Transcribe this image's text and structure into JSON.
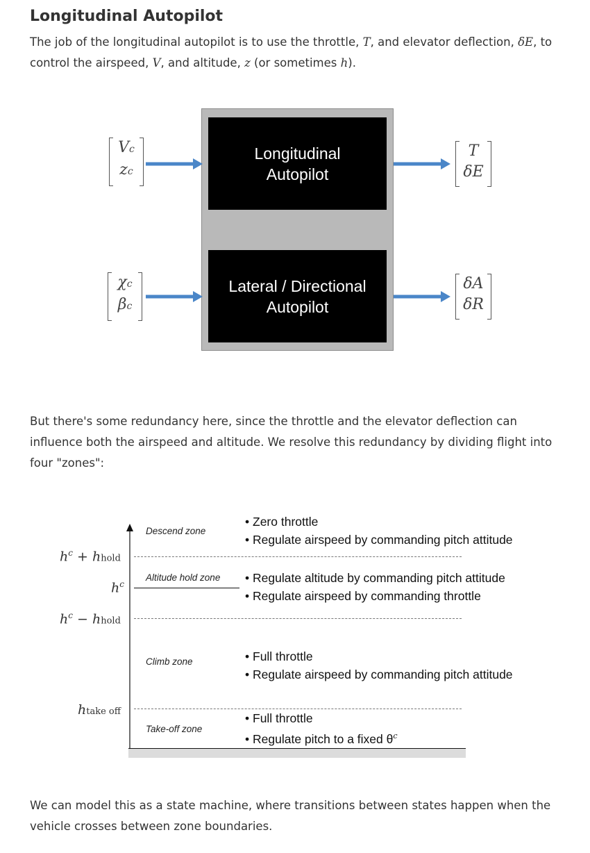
{
  "heading": "Longitudinal Autopilot",
  "intro": {
    "text1": "The job of the longitudinal autopilot is to use the throttle, ",
    "sym_T": "T",
    "text2": ", and elevator deflection, ",
    "sym_dE": "δE",
    "text3": ", to control the airspeed, ",
    "sym_V": "V",
    "text4": ", and altitude, ",
    "sym_z": "z",
    "text5": " (or sometimes ",
    "sym_h": "h",
    "text6": ")."
  },
  "autopilot_diagram": {
    "long_line1": "Longitudinal",
    "long_line2": "Autopilot",
    "lat_line1": "Lateral / Directional",
    "lat_line2": "Autopilot",
    "long_in": [
      "V",
      "c",
      "z",
      "c"
    ],
    "long_out": [
      "T",
      "δE"
    ],
    "lat_in": [
      "χ",
      "c",
      "β",
      "c"
    ],
    "lat_out": [
      "δA",
      "δR"
    ],
    "colors": {
      "arrow": "#4a86c8",
      "box": "#000000",
      "frame": "#b9b9b9"
    }
  },
  "middle_text": "But there's some redundancy here, since the throttle and the elevator deflection can influence both the airspeed and altitude. We resolve this redundancy by dividing flight into four \"zones\":",
  "zones_diagram": {
    "levels": {
      "upper": {
        "base": "h",
        "sup": "c",
        "op": " + ",
        "base2": "h",
        "sub": "hold"
      },
      "command": {
        "base": "h",
        "sup": "c"
      },
      "lower": {
        "base": "h",
        "sup": "c",
        "op": " − ",
        "base2": "h",
        "sub": "hold"
      },
      "takeoff": {
        "base": "h",
        "sub": "take off"
      }
    },
    "zones": [
      {
        "name": "Descend zone",
        "bullets": [
          "Zero throttle",
          "Regulate airspeed by commanding pitch attitude"
        ]
      },
      {
        "name": "Altitude hold zone",
        "bullets": [
          "Regulate altitude by commanding pitch attitude",
          "Regulate airspeed by commanding throttle"
        ]
      },
      {
        "name": "Climb zone",
        "bullets": [
          "Full throttle",
          "Regulate airspeed by commanding pitch attitude"
        ]
      },
      {
        "name": "Take-off zone",
        "bullets": [
          "Full throttle",
          "Regulate pitch to a fixed θ"
        ],
        "theta_sup": "c"
      }
    ]
  },
  "closing_text": "We can model this as a state machine, where transitions between states happen when the vehicle crosses between zone boundaries."
}
